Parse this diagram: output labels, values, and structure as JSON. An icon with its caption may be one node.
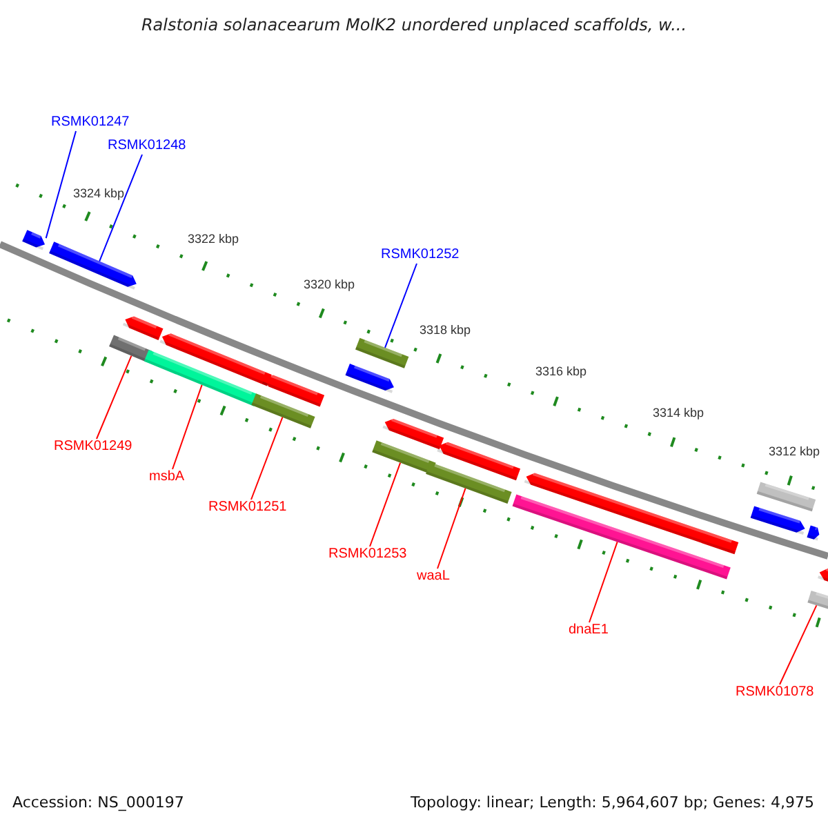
{
  "diagram": {
    "title": "Ralstonia solanacearum MolK2 unordered unplaced scaffolds, w...",
    "nodes": [
      {
        "text": [
          "RSMK01247"
        ]
      },
      {
        "text": [],
        "shape": "arrow"
      },
      {
        "text": [
          "RSMK01248"
        ]
      },
      {
        "text": [],
        "shape": "arrow"
      },
      {
        "text": [
          "RSMK01252"
        ]
      },
      {
        "text": [],
        "shape": "bar"
      },
      {
        "text": [
          "RSMK01249"
        ]
      },
      {
        "text": [],
        "shape": "bar"
      },
      {
        "text": [
          "msbA"
        ]
      },
      {
        "text": [],
        "shape": "bar"
      },
      {
        "text": [
          "RSMK01251"
        ]
      },
      {
        "text": [],
        "shape": "bar"
      },
      {
        "text": [
          "RSMK01253"
        ]
      },
      {
        "text": [],
        "shape": "bar"
      },
      {
        "text": [
          "waaL"
        ]
      },
      {
        "text": [],
        "shape": "bar"
      },
      {
        "text": [
          "dnaE1"
        ]
      },
      {
        "text": [],
        "shape": "bar"
      },
      {
        "text": [
          "RSMK01078"
        ]
      },
      {
        "text": [],
        "shape": "bar"
      }
    ],
    "edges": [
      {
        "from": 0,
        "to": 1,
        "arrow": "none",
        "color": "#0000ff"
      },
      {
        "from": 2,
        "to": 3,
        "arrow": "none",
        "color": "#0000ff"
      },
      {
        "from": 4,
        "to": 5,
        "arrow": "none",
        "color": "#0000ff"
      },
      {
        "from": 6,
        "to": 7,
        "arrow": "none"
      },
      {
        "from": 8,
        "to": 9,
        "arrow": "none"
      },
      {
        "from": 10,
        "to": 11,
        "arrow": "none"
      },
      {
        "from": 12,
        "to": 13,
        "arrow": "none"
      },
      {
        "from": 14,
        "to": 15,
        "arrow": "none"
      },
      {
        "from": 16,
        "to": 17,
        "arrow": "none"
      },
      {
        "from": 18,
        "to": 19,
        "arrow": "none"
      }
    ],
    "labels": [
      "3324 kbp",
      "3322 kbp",
      "3320 kbp",
      "3318 kbp",
      "3316 kbp",
      "3314 kbp",
      "3312 kbp",
      "Accession: NS_000197",
      "Topology: linear; Length: 5,964,607 bp; Genes: 4,975"
    ]
  }
}
